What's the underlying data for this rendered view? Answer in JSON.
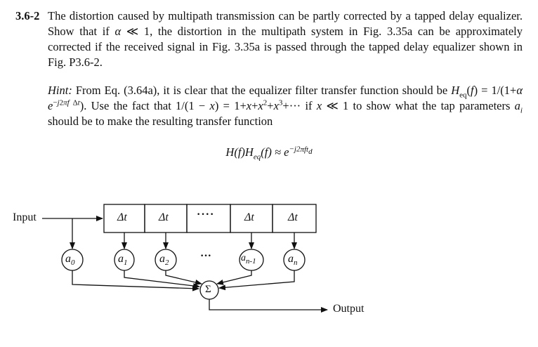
{
  "problem": {
    "number": "3.6-2",
    "statement": "The distortion caused by multipath transmission can be partly corrected by a tapped delay equalizer. Show that if α ≪ 1, the distortion in the multipath system in Fig. 3.35a can be approximately corrected if the received signal in Fig. 3.35a is passed through the tapped delay equalizer shown in Fig. P3.6-2.",
    "hint_label": "Hint:",
    "hint_text": "From Eq. (3.64a), it is clear that the equalizer filter transfer function should be Heq(f) = 1/(1 + α e^(−j2πfΔt)). Use the fact that 1/(1 − x) = 1 + x + x² + x³ + ··· if x ≪ 1 to show what the tap parameters aᵢ should be to make the resulting transfer function",
    "equation": "H(f)Heq(f) ≈ e^(−j2πftd)"
  },
  "diagram": {
    "input_label": "Input",
    "output_label": "Output",
    "delay_label": "Δt",
    "ellipsis": "····",
    "ellipsis_small": "···",
    "sum_symbol": "Σ",
    "taps": [
      "a0",
      "a1",
      "a2",
      "an-1",
      "an"
    ]
  }
}
